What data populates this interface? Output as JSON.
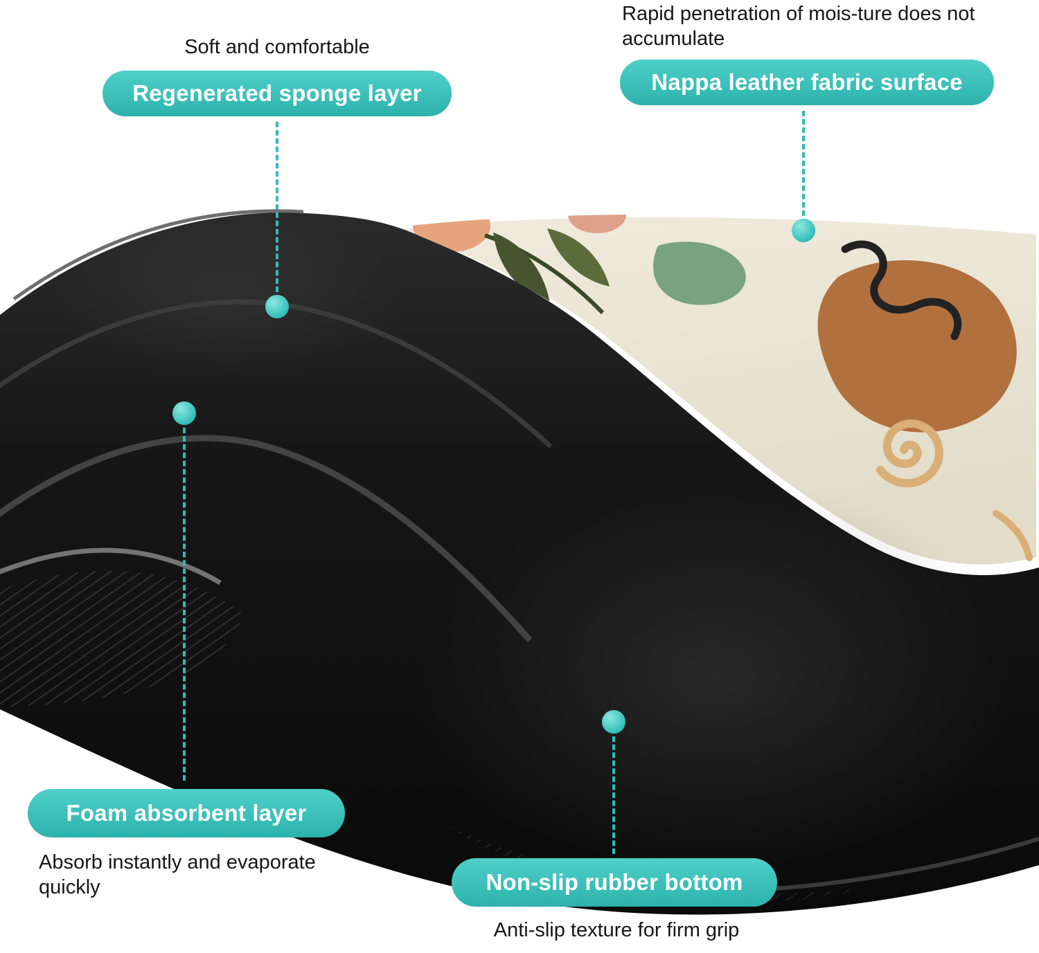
{
  "colors": {
    "teal": "#2fbdb7",
    "teal_gradient_top": "#4fd0c9",
    "teal_gradient_bottom": "#2cb2ac",
    "text": "#161616",
    "mat_black": "#101010",
    "surface_cream": "#ece7d8",
    "terracotta": "#b0713f",
    "sage_green": "#79a183",
    "tan": "#d9ae77"
  },
  "callouts": {
    "sponge_layer": {
      "caption": "Soft and comfortable",
      "label": "Regenerated sponge layer"
    },
    "fabric_surface": {
      "caption": "Rapid penetration of mois-ture does not accumulate",
      "label": "Nappa leather fabric surface"
    },
    "foam_layer": {
      "label": "Foam absorbent layer",
      "caption": "Absorb instantly and evaporate quickly"
    },
    "rubber_bottom": {
      "label": "Non-slip rubber bottom",
      "caption": "Anti-slip texture for firm grip"
    }
  }
}
